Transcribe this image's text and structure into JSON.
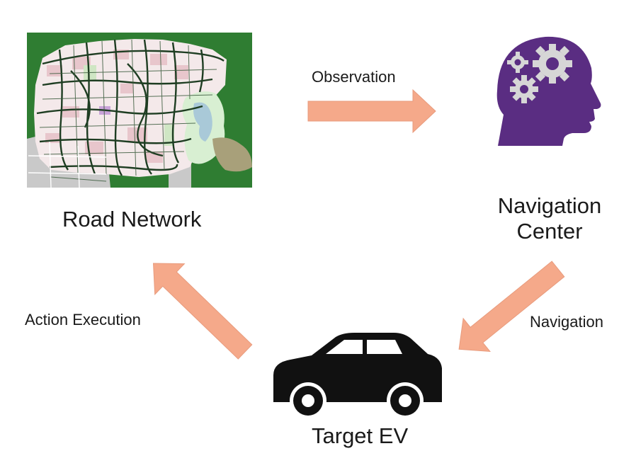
{
  "labels": {
    "road_network": "Road Network",
    "navigation_center_line1": "Navigation",
    "navigation_center_line2": "Center",
    "target_ev": "Target EV",
    "observation": "Observation",
    "navigation": "Navigation",
    "action_execution": "Action Execution"
  },
  "colors": {
    "arrow_fill": "#f5a98a",
    "arrow_stroke": "#e89b7d",
    "head_purple": "#5a2d82",
    "gear_gray": "#d6d6d6",
    "map_green": "#2f7d32",
    "car_black": "#111111"
  },
  "icons": {
    "road_map": "road-network-map-image",
    "brain_head": "head-with-gears-icon",
    "car": "car-icon"
  }
}
